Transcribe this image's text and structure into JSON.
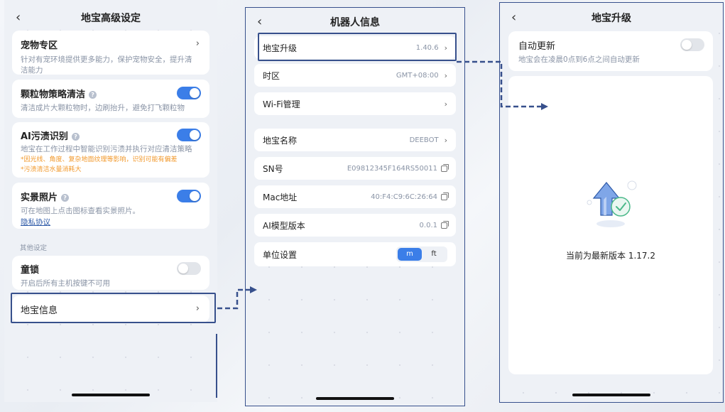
{
  "screen1": {
    "title": "地宝高级设定",
    "pet": {
      "title": "宠物专区",
      "desc": "针对有宠环境提供更多能力，保护宠物安全，提升清洁能力"
    },
    "particle": {
      "title": "颗粒物策略清洁",
      "desc": "清洁成片大颗粒物时，边刷抬升，避免打飞颗粒物",
      "on": true
    },
    "ai": {
      "title": "AI污渍识别",
      "desc": "地宝在工作过程中智能识别污渍并执行对应清洁策略",
      "warn1": "*因光线、角度、复杂地面纹理等影响，识别可能有偏差",
      "warn2": "*污渍清洁水量消耗大",
      "on": true
    },
    "photo": {
      "title": "实景照片",
      "desc": "可在地图上点击图标查看实景照片。",
      "link": "隐私协议",
      "on": true
    },
    "section_other": "其他设定",
    "childlock": {
      "title": "童锁",
      "desc": "开启后所有主机按键不可用",
      "on": false
    },
    "info": {
      "title": "地宝信息"
    }
  },
  "screen2": {
    "title": "机器人信息",
    "rows": [
      {
        "label": "地宝升级",
        "value": "1.40.6"
      },
      {
        "label": "时区",
        "value": "GMT+08:00"
      },
      {
        "label": "Wi-Fi管理",
        "value": ""
      },
      {
        "label": "地宝名称",
        "value": "DEEBOT"
      },
      {
        "label": "SN号",
        "value": "E09812345F164RS50011"
      },
      {
        "label": "Mac地址",
        "value": "40:F4:C9:6C:26:64"
      },
      {
        "label": "AI模型版本",
        "value": "0.0.1"
      },
      {
        "label": "单位设置",
        "value": ""
      }
    ],
    "unit_options": [
      "m",
      "ft"
    ],
    "unit_selected": "m"
  },
  "screen3": {
    "title": "地宝升级",
    "auto": {
      "title": "自动更新",
      "desc": "地宝会在凌晨0点到6点之间自动更新",
      "on": false
    },
    "status": "当前为最新版本 1.17.2"
  },
  "icons": {
    "back": "chevron-left-icon",
    "next": "chevron-right-icon",
    "help": "question-circle-icon",
    "copy": "copy-icon",
    "upgrade": "upgrade-arrow-check-icon"
  },
  "colors": {
    "accent": "#3b7ee8",
    "frame": "#37508c",
    "warning": "#f29a2e",
    "link": "#2e5aa8"
  }
}
